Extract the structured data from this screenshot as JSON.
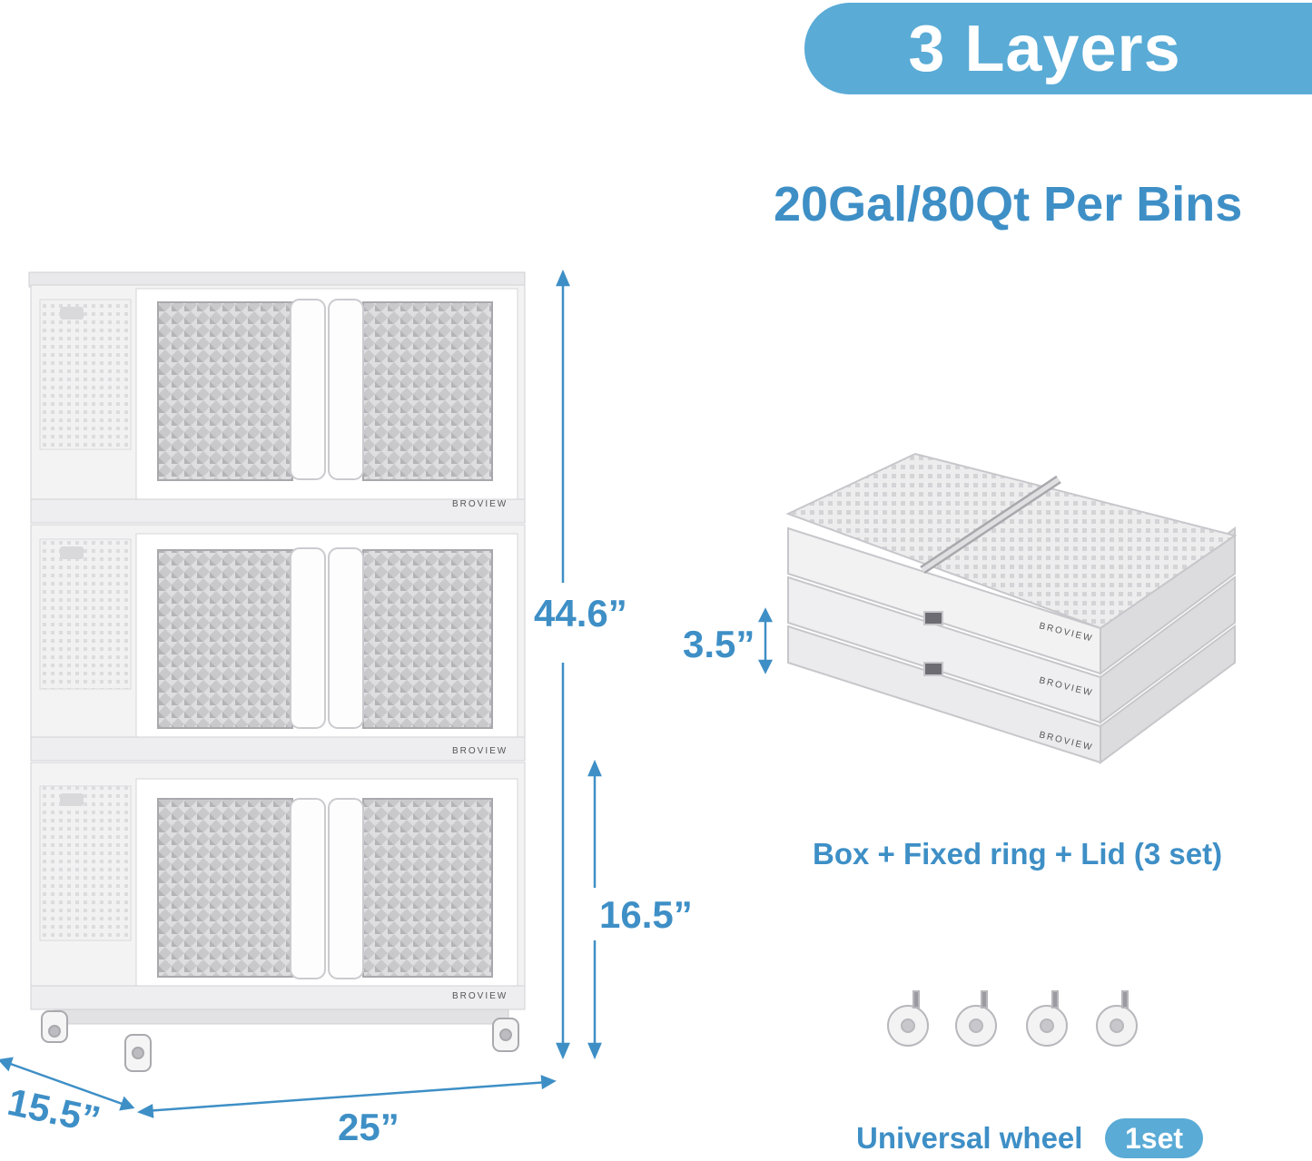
{
  "banner": {
    "title": "3 Layers"
  },
  "capacity": "20Gal/80Qt Per Bins",
  "dimensions": {
    "height_total": "44.6”",
    "height_layer": "16.5”",
    "width": "25”",
    "depth": "15.5”",
    "folded_height": "3.5”"
  },
  "brand": "BROVIEW",
  "folded_caption": "Box + Fixed ring + Lid (3 set)",
  "wheel_caption": "Universal wheel",
  "wheel_badge": "1set",
  "colors": {
    "accent": "#3e8fc6",
    "banner": "#5aabd6"
  }
}
